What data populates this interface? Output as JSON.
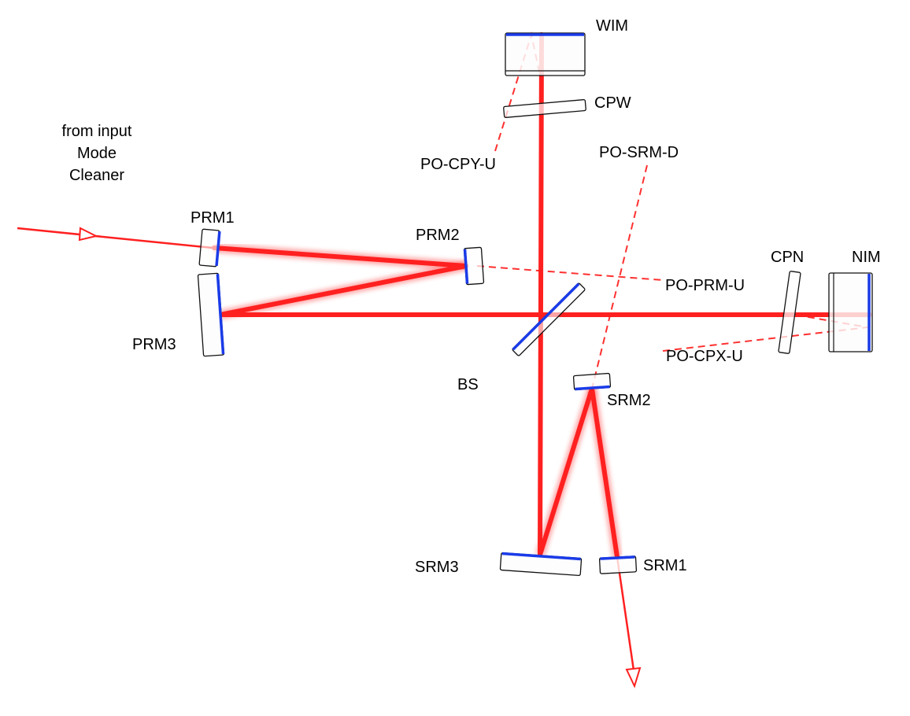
{
  "title": "Interferometer optical layout",
  "colors": {
    "beam": "#ff2020",
    "coating": "#1a3be8",
    "optic_outline": "#111111"
  },
  "labels": {
    "input_line1": "from input",
    "input_line2": "Mode",
    "input_line3": "Cleaner",
    "wim": "WIM",
    "cpw": "CPW",
    "po_cpy_u": "PO-CPY-U",
    "po_srm_d": "PO-SRM-D",
    "prm1": "PRM1",
    "prm2": "PRM2",
    "prm3": "PRM3",
    "po_prm_u": "PO-PRM-U",
    "cpn": "CPN",
    "nim": "NIM",
    "po_cpx_u": "PO-CPX-U",
    "bs": "BS",
    "srm1": "SRM1",
    "srm2": "SRM2",
    "srm3": "SRM3"
  }
}
